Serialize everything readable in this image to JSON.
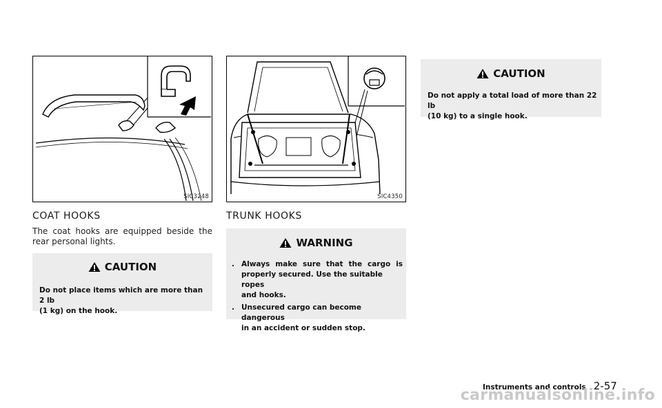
{
  "figures": [
    {
      "code": "SIC3248",
      "icon": "coat-hook-illustration"
    },
    {
      "code": "SIC4350",
      "icon": "trunk-hook-illustration"
    }
  ],
  "coat_hooks": {
    "heading": "COAT HOOKS",
    "body_line1": "The coat hooks are equipped beside the",
    "body_line2": "rear personal lights.",
    "caution": {
      "title": "CAUTION",
      "line1": "Do not place items which are more than 2 lb",
      "line2": "(1 kg) on the hook."
    }
  },
  "trunk_hooks": {
    "heading": "TRUNK HOOKS",
    "warning": {
      "title": "WARNING",
      "bullet1_line1": "Always make sure that the cargo is",
      "bullet1_line2": "properly secured. Use the suitable ropes",
      "bullet1_line3": "and hooks.",
      "bullet2_line1": "Unsecured cargo can become dangerous",
      "bullet2_line2": "in an accident or sudden stop.",
      "bullet_symbol": "."
    }
  },
  "right_caution": {
    "title": "CAUTION",
    "line1": "Do not apply a total load of more than 22 lb",
    "line2": "(10 kg) to a single hook."
  },
  "footer": {
    "section": "Instruments and controls",
    "page": "2-57"
  },
  "watermark": "carmanualsonline.info",
  "colors": {
    "box_bg": "#ececec",
    "watermark": "#c9c9c9"
  }
}
